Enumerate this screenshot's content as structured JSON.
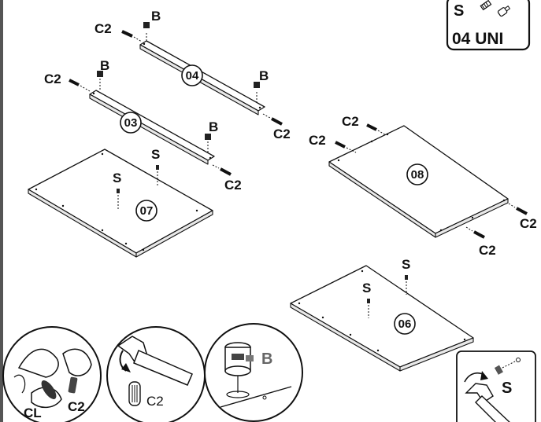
{
  "legend": {
    "code": "S",
    "quantity": "04 UNI"
  },
  "parts": {
    "p03": "03",
    "p04": "04",
    "p06": "06",
    "p07": "07",
    "p08": "08"
  },
  "fasteners": {
    "cam_bolt": "B",
    "dowel": "C2",
    "screw": "S",
    "clip": "CL"
  },
  "steps": {
    "hammer_dowel_label": "C2",
    "cam_label": "B",
    "screw_label": "S"
  }
}
